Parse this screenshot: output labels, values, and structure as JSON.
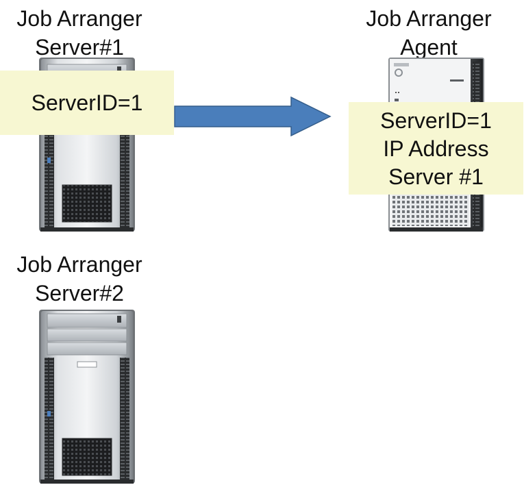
{
  "servers": [
    {
      "id": "server1",
      "title_line1": "Job Arranger",
      "title_line2": "Server#1",
      "note_lines": [
        "ServerID=1"
      ]
    },
    {
      "id": "agent",
      "title_line1": "Job Arranger",
      "title_line2": "Agent",
      "note_lines": [
        "ServerID=1",
        "IP Address",
        "Server #1"
      ]
    },
    {
      "id": "server2",
      "title_line1": "Job Arranger",
      "title_line2": "Server#2"
    }
  ],
  "colors": {
    "note_fill": "#f7f7d2",
    "arrow_fill": "#4a7ebb",
    "arrow_stroke": "#345d8a"
  },
  "icons": {
    "server": "tower-server-icon",
    "agent": "agent-tower-icon",
    "arrow": "right-arrow-icon"
  }
}
